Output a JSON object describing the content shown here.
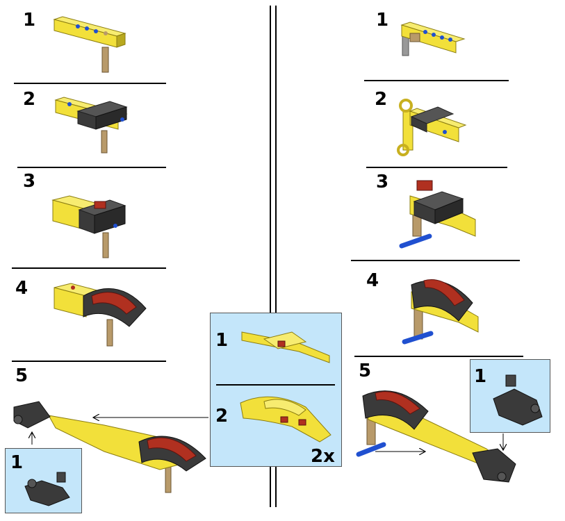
{
  "left_column": {
    "steps": [
      {
        "number": "1"
      },
      {
        "number": "2"
      },
      {
        "number": "3"
      },
      {
        "number": "4"
      },
      {
        "number": "5"
      }
    ],
    "sub_panel": {
      "number": "1"
    }
  },
  "center_panel": {
    "steps": [
      {
        "number": "1"
      },
      {
        "number": "2"
      }
    ],
    "quantity": "2x"
  },
  "right_column": {
    "steps": [
      {
        "number": "1"
      },
      {
        "number": "2"
      },
      {
        "number": "3"
      },
      {
        "number": "4"
      },
      {
        "number": "5"
      }
    ],
    "sub_panel": {
      "number": "1"
    }
  },
  "colors": {
    "yellow": "#f2e03a",
    "yellow_dark": "#b8a81e",
    "dark_gray": "#3a3a3a",
    "tan": "#b89a6a",
    "red": "#b03020",
    "blue": "#2050d0",
    "panel_bg": "#c4e6fa"
  }
}
